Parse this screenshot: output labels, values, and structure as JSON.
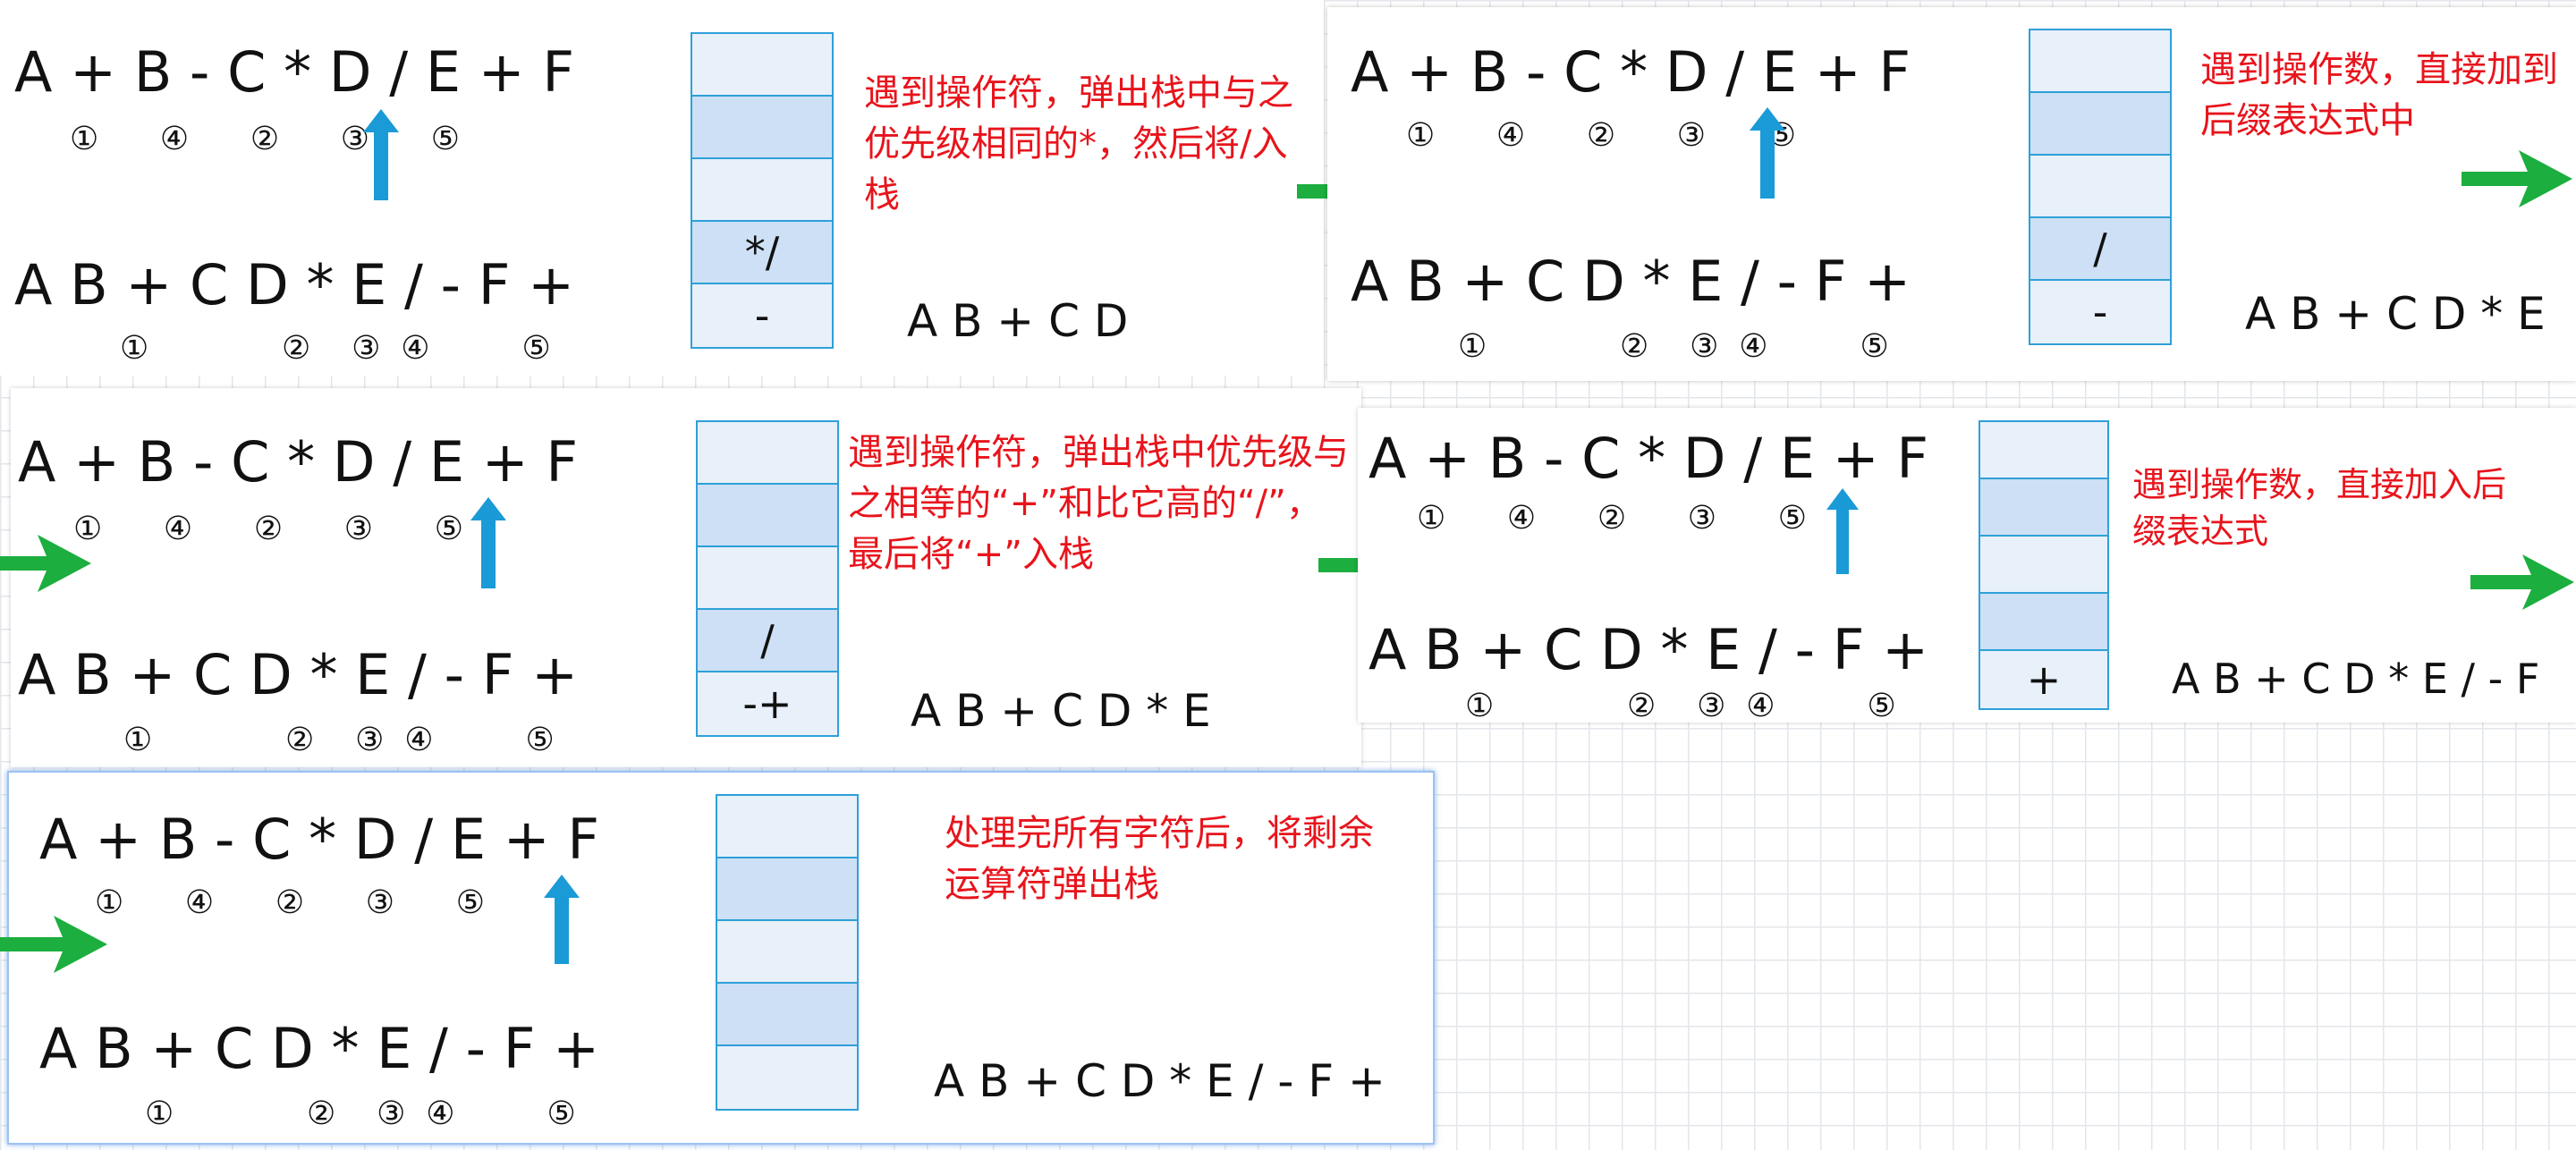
{
  "colors": {
    "note": "#e8141c",
    "stack_border": "#2ea0d8",
    "arrow_up": "#1a9ad6",
    "arrow_right": "#1cae3e"
  },
  "steps": [
    {
      "infix": "A + B - C * D / E + F",
      "infix_marks": "①      ④      ②      ③      ⑤",
      "postfix": "A B + C D * E / - F +",
      "postfix_marks": "①             ②    ③  ④         ⑤",
      "note": "遇到操作符，弹出栈中与之优先级相同的*，然后将/入栈",
      "stack": [
        "",
        "",
        "",
        "*/",
        "-"
      ],
      "output": "A B + C D"
    },
    {
      "infix": "A + B - C * D / E + F",
      "infix_marks": "①      ④      ②      ③      ⑤",
      "postfix": "A B + C D * E / - F +",
      "postfix_marks": "①             ②    ③  ④         ⑤",
      "note": "遇到操作数，直接加到后缀表达式中",
      "stack": [
        "",
        "",
        "",
        "/",
        "-"
      ],
      "output": "A B + C D * E"
    },
    {
      "infix": "A + B - C * D / E + F",
      "infix_marks": "①      ④      ②      ③      ⑤",
      "postfix": "A B + C D * E / - F +",
      "postfix_marks": "①             ②    ③  ④         ⑤",
      "note": "遇到操作符，弹出栈中优先级与之相等的“+”和比它高的“/”，最后将“+”入栈",
      "stack": [
        "",
        "",
        "",
        "/",
        "-+"
      ],
      "output": "A B + C D * E"
    },
    {
      "infix": "A + B - C * D / E + F",
      "infix_marks": "①      ④      ②      ③      ⑤",
      "postfix": "A B + C D * E / - F +",
      "postfix_marks": "①             ②    ③  ④         ⑤",
      "note": "遇到操作数，直接加入后缀表达式",
      "stack": [
        "",
        "",
        "",
        "",
        "+"
      ],
      "output": "A B + C D * E / - F"
    },
    {
      "infix": "A + B - C * D / E + F",
      "infix_marks": "①      ④      ②      ③      ⑤",
      "postfix": "A B + C D * E / - F +",
      "postfix_marks": "①             ②    ③  ④         ⑤",
      "note": "处理完所有字符后，将剩余运算符弹出栈",
      "stack": [
        "",
        "",
        "",
        "",
        ""
      ],
      "output": "A B + C D * E / - F +"
    }
  ]
}
